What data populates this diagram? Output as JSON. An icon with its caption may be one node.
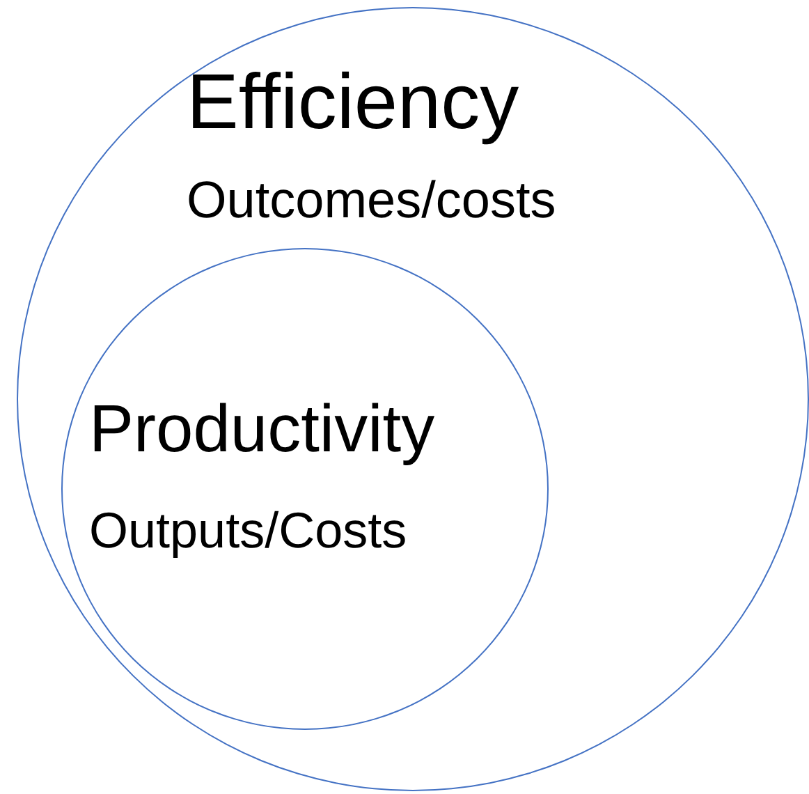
{
  "diagram": {
    "nodes": [
      {
        "text": [
          "Efficiency",
          "Outcomes/costs"
        ]
      },
      {
        "text": [
          "Productivity",
          "Outputs/Costs"
        ],
        "in": 0
      }
    ]
  }
}
